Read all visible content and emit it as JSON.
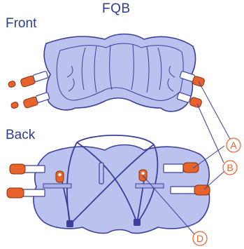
{
  "title": "FQB",
  "views": {
    "front": {
      "label": "Front"
    },
    "back": {
      "label": "Back"
    }
  },
  "callouts": [
    {
      "id": "A",
      "letter": "A"
    },
    {
      "id": "B",
      "letter": "B"
    },
    {
      "id": "D",
      "letter": "D"
    }
  ],
  "colors": {
    "pad_fill": "#bcc2ee",
    "outline": "#3b3f9a",
    "buckle": "#e8622b",
    "callout": "#e8622b",
    "label_text": "#2f3c8c"
  }
}
